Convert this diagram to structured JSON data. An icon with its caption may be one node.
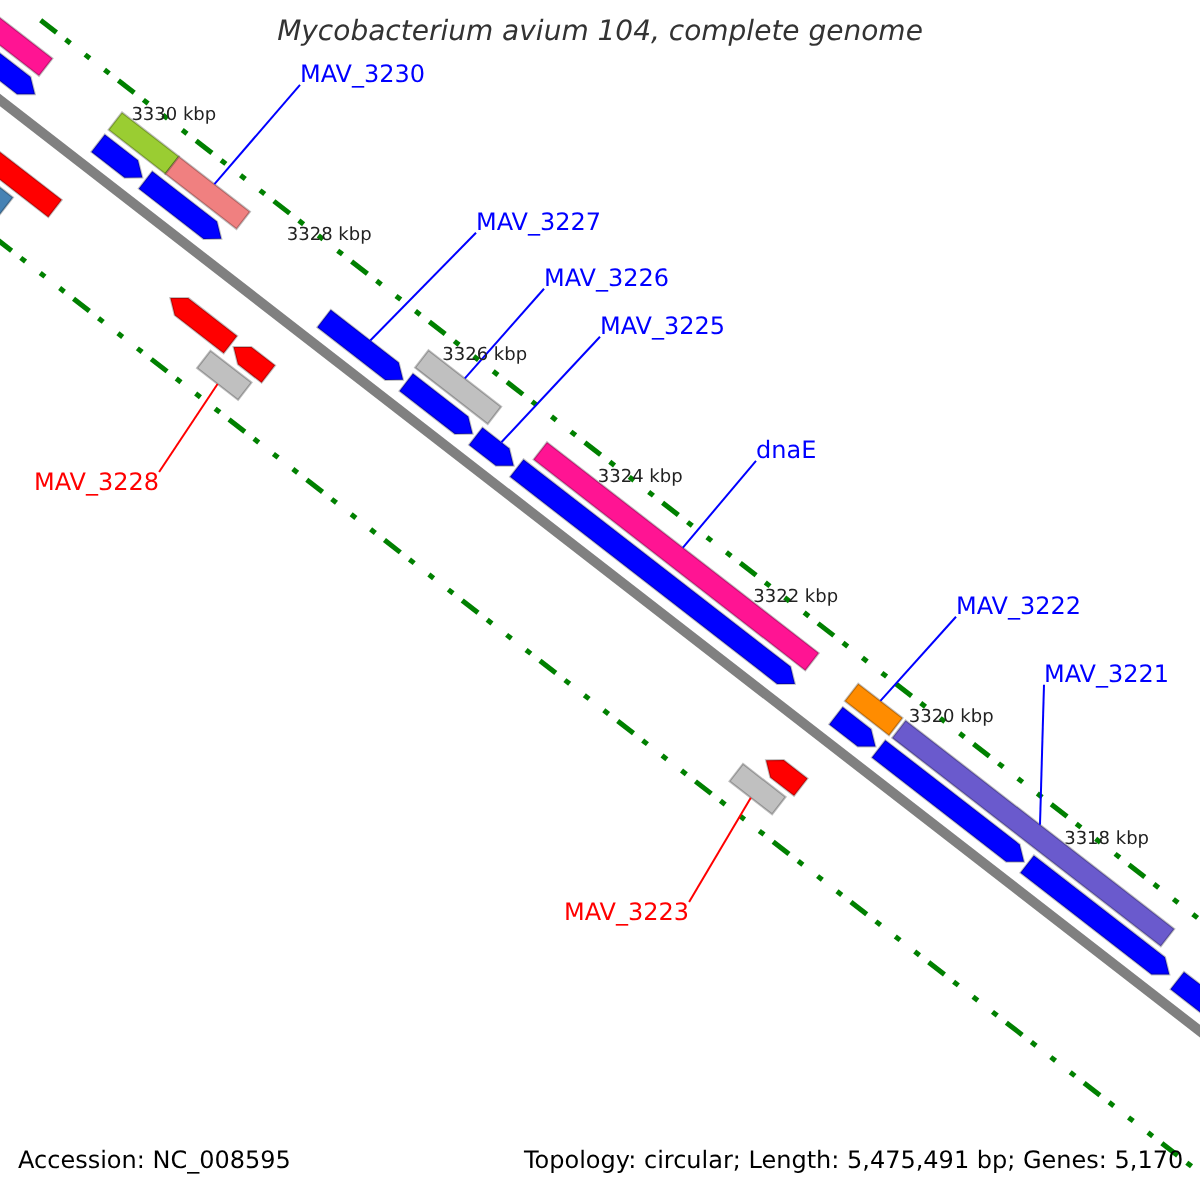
{
  "diagram": {
    "title": "Mycobacterium avium 104, complete genome",
    "nodes": [
      {
        "text": [
          "MAV_3230"
        ]
      },
      {
        "text": [
          "MAV_3227"
        ]
      },
      {
        "text": [
          "MAV_3226"
        ]
      },
      {
        "text": [
          "MAV_3225"
        ]
      },
      {
        "text": [
          "MAV_3228"
        ]
      },
      {
        "text": [
          "dnaE"
        ]
      },
      {
        "text": [
          "MAV_3222"
        ]
      },
      {
        "text": [
          "MAV_3221"
        ]
      },
      {
        "text": [
          "MAV_3223"
        ]
      },
      {
        "text": [],
        "shape": "bar"
      },
      {
        "text": [],
        "shape": "bar"
      },
      {
        "text": [],
        "shape": "bar"
      },
      {
        "text": [],
        "shape": "bar"
      },
      {
        "text": [],
        "shape": "bar"
      },
      {
        "text": [],
        "shape": "bar"
      },
      {
        "text": [],
        "shape": "bar"
      },
      {
        "text": [],
        "shape": "bar"
      },
      {
        "text": [],
        "shape": "bar"
      },
      {
        "text": [],
        "shape": "bar"
      },
      {
        "text": [],
        "shape": "bar"
      },
      {
        "text": [],
        "shape": "bar"
      },
      {
        "text": [],
        "shape": "bar"
      },
      {
        "text": [],
        "shape": "bar"
      },
      {
        "text": [],
        "shape": "bar"
      },
      {
        "text": [],
        "shape": "bar"
      },
      {
        "text": [],
        "shape": "bar"
      },
      {
        "text": [],
        "shape": "bar"
      },
      {
        "text": [],
        "shape": "bar"
      },
      {
        "text": [],
        "shape": "bar"
      },
      {
        "text": [],
        "shape": "bar"
      },
      {
        "text": [],
        "shape": "bar"
      },
      {
        "text": [],
        "shape": "bar"
      },
      {
        "text": [],
        "shape": "bar"
      },
      {
        "text": [],
        "shape": "bar"
      }
    ],
    "edges": [
      {
        "from": 0,
        "to": 15,
        "arrow": "none"
      },
      {
        "from": 1,
        "to": 20,
        "arrow": "none"
      },
      {
        "from": 2,
        "to": 21,
        "arrow": "none"
      },
      {
        "from": 3,
        "to": 23,
        "arrow": "none"
      },
      {
        "from": 4,
        "to": 19,
        "arrow": "none",
        "color": "#ff0000"
      },
      {
        "from": 5,
        "to": 24,
        "arrow": "none"
      },
      {
        "from": 6,
        "to": 28,
        "arrow": "none"
      },
      {
        "from": 7,
        "to": 30,
        "arrow": "none"
      },
      {
        "from": 8,
        "to": 26,
        "arrow": "none",
        "color": "#ff0000"
      }
    ],
    "labels": [
      "3330 kbp",
      "3328 kbp",
      "3326 kbp",
      "3324 kbp",
      "3322 kbp",
      "3320 kbp",
      "3318 kbp",
      "Accession: NC_008595",
      "Topology: circular; Length: 5,475,491 bp; Genes: 5,170"
    ]
  }
}
